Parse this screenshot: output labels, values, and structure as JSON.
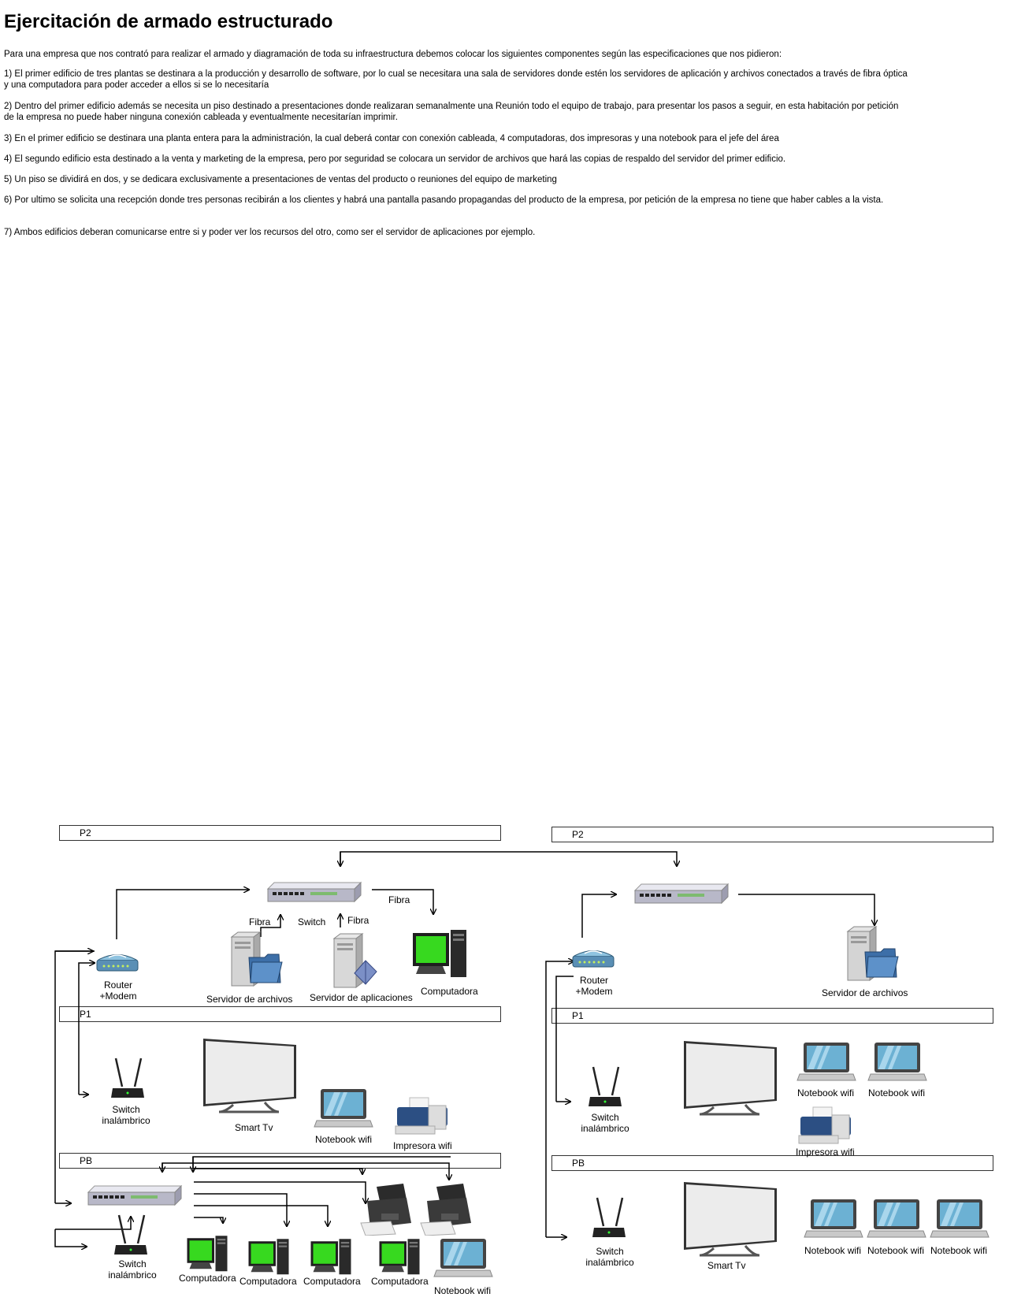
{
  "title": "Ejercitación de armado estructurado",
  "intro": "Para una empresa que  nos contrató para realizar el armado y diagramación de toda su infraestructura debemos colocar los siguientes componentes según las especificaciones que nos pidieron:",
  "requirements": [
    "1) El primer edificio de tres plantas se destinara a la producción y desarrollo de software, por lo cual se necesitara una sala de servidores donde estén los servidores de aplicación y archivos conectados a través de fibra óptica y una computadora para poder acceder a ellos si se lo necesitaría",
    "2) Dentro del primer edificio además se necesita un piso destinado a presentaciones donde realizaran semanalmente una Reunión todo el equipo de trabajo, para presentar los pasos a seguir, en esta habitación por petición de la empresa no puede haber ninguna conexión cableada y eventualmente necesitarían imprimir.",
    "3) En el primer edificio se destinara una planta entera para la administración, la cual deberá contar con conexión cableada, 4 computadoras, dos impresoras y una notebook para el jefe del área",
    "4) El segundo edificio esta destinado a la venta y marketing de la empresa, pero por seguridad se colocara un servidor de archivos que hará las copias de respaldo del servidor del primer edificio.",
    "5) Un piso se dividirá en dos, y se dedicara exclusivamente a presentaciones de ventas del producto o reuniones del equipo de marketing",
    "6) Por ultimo se solicita una recepción donde tres personas recibirán a los clientes y habrá una pantalla pasando propagandas del producto de la empresa, por petición de la empresa no tiene que haber cables a la vista.",
    "7) Ambos edificios deberan comunicarse entre si y poder ver los recursos del otro, como ser el servidor de aplicaciones por ejemplo."
  ],
  "diagram": {
    "building1": {
      "floors": {
        "p2": "P2",
        "p1": "P1",
        "pb": "PB"
      },
      "p2": {
        "switch": "Switch",
        "fibra_1": "Fibra",
        "fibra_2": "Fibra",
        "fibra_3": "Fibra",
        "router": "Router\n+Modem",
        "file_server": "Servidor de archivos",
        "app_server": "Servidor de aplicaciones",
        "computer": "Computadora"
      },
      "p1": {
        "wireless_switch": "Switch\ninalámbrico",
        "smart_tv": "Smart Tv",
        "notebook": "Notebook wifi",
        "printer": "Impresora wifi"
      },
      "pb": {
        "wireless_switch": "Switch\ninalámbrico",
        "computers": [
          "Computadora",
          "Computadora",
          "Computadora",
          "Computadora"
        ],
        "notebook": "Notebook wifi"
      }
    },
    "building2": {
      "floors": {
        "p2": "P2",
        "p1": "P1",
        "pb": "PB"
      },
      "p2": {
        "router": "Router\n+Modem",
        "file_server": "Servidor de archivos"
      },
      "p1": {
        "wireless_switch": "Switch\ninalámbrico",
        "notebooks": [
          "Notebook wifi",
          "Notebook wifi"
        ],
        "printer": "Impresora wifi"
      },
      "pb": {
        "wireless_switch": "Switch\ninalámbrico",
        "smart_tv": "Smart Tv",
        "notebooks": [
          "Notebook wifi",
          "Notebook wifi",
          "Notebook wifi"
        ]
      }
    }
  }
}
